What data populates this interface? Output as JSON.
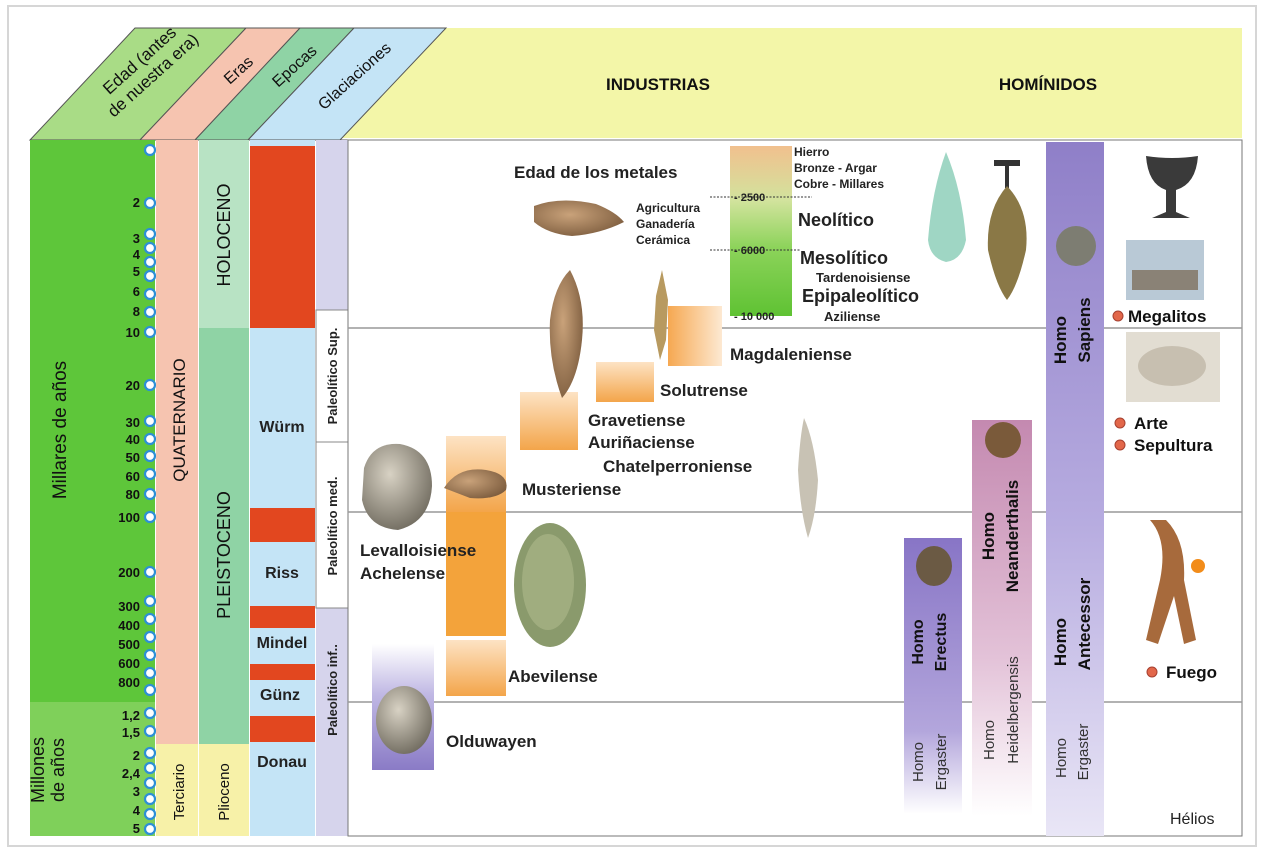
{
  "headers": {
    "age": "Edad (antes de nuestra era)",
    "age_line1": "Edad (antes",
    "age_line2": "de nuestra era)",
    "eras": "Eras",
    "epochs": "Epocas",
    "glaciations": "Glaciaciones",
    "industries": "INDUSTRIAS",
    "hominids": "HOMÍNIDOS"
  },
  "age_scale": {
    "thousands_label": "Millares de años",
    "millions_label": "Millones de años",
    "millions_line1": "Millones",
    "millions_line2": "de años",
    "ticks": [
      "2",
      "3",
      "4",
      "5",
      "6",
      "8",
      "10",
      "20",
      "30",
      "40",
      "50",
      "60",
      "80",
      "100",
      "200",
      "300",
      "400",
      "500",
      "600",
      "800",
      "1,2",
      "1,5",
      "2",
      "2,4",
      "3",
      "4",
      "5"
    ]
  },
  "eras": {
    "quaternary": "QUATERNARIO",
    "tertiary": "Terciario"
  },
  "epochs": {
    "holocene": "HOLOCENO",
    "pleistocene": "PLEISTOCENO",
    "pliocene": "Plioceno"
  },
  "glaciations": {
    "wurm": "Würm",
    "riss": "Riss",
    "mindel": "Mindel",
    "gunz": "Günz",
    "donau": "Donau"
  },
  "paleolithic": {
    "upper": "Paleolítico Sup.",
    "middle": "Paleolítico med.",
    "lower": "Paleolítico inf.."
  },
  "metals": {
    "title": "Edad de los metales",
    "hierro": "Hierro",
    "bronze": "Bronze - Argar",
    "cobre": "Cobre   - Millares",
    "neolithic_traits": [
      "Agricultura",
      "Ganadería",
      "Cerámica"
    ],
    "year_2500": "- 2500",
    "year_6000": "- 6000",
    "year_10000": "- 10 000",
    "neolitico": "Neolítico",
    "mesolitico": "Mesolítico",
    "tardenoisiense": "Tardenoisiense",
    "epipaleolitico": "Epipaleolítico",
    "aziliense": "Aziliense"
  },
  "industries": {
    "magdaleniense": "Magdaleniense",
    "solutrense": "Solutrense",
    "gravetiense": "Gravetiense",
    "aurinaciense": "Auriñaciense",
    "chatelperroniense": "Chatelperroniense",
    "musteriense": "Musteriense",
    "levalloisiense": "Levalloisiense",
    "achelense": "Achelense",
    "abevilense": "Abevilense",
    "olduwayen": "Olduwayen"
  },
  "hominids": {
    "erectus": [
      "Homo",
      "Erectus"
    ],
    "ergaster": [
      "Homo",
      "Ergaster"
    ],
    "neanderthalis": [
      "Homo",
      "Neanderthalis"
    ],
    "heidelbergensis": [
      "Homo",
      "Heidelbergensis"
    ],
    "sapiens": [
      "Homo",
      "Sapiens"
    ],
    "antecessor": [
      "Homo",
      "Antecessor"
    ],
    "ergaster2": [
      "Homo",
      "Ergaster"
    ]
  },
  "culture": {
    "megalitos": "Megalitos",
    "arte": "Arte",
    "sepultura": "Sepultura",
    "fuego": "Fuego"
  },
  "credit": "Hélios",
  "colors": {
    "green": "#5ec63a",
    "light_green": "#a9dc86",
    "era_pink": "#f6c4b0",
    "epoch_green": "#8fd3a5",
    "glaciation_blue": "#c4e4f6",
    "glacial_red": "#e2471f",
    "paleo_lavender": "#d6d4ec",
    "header_yellow": "#f3f6a8",
    "industry_orange": "#f3a33b",
    "homo_purple": "#8e7fc9"
  }
}
